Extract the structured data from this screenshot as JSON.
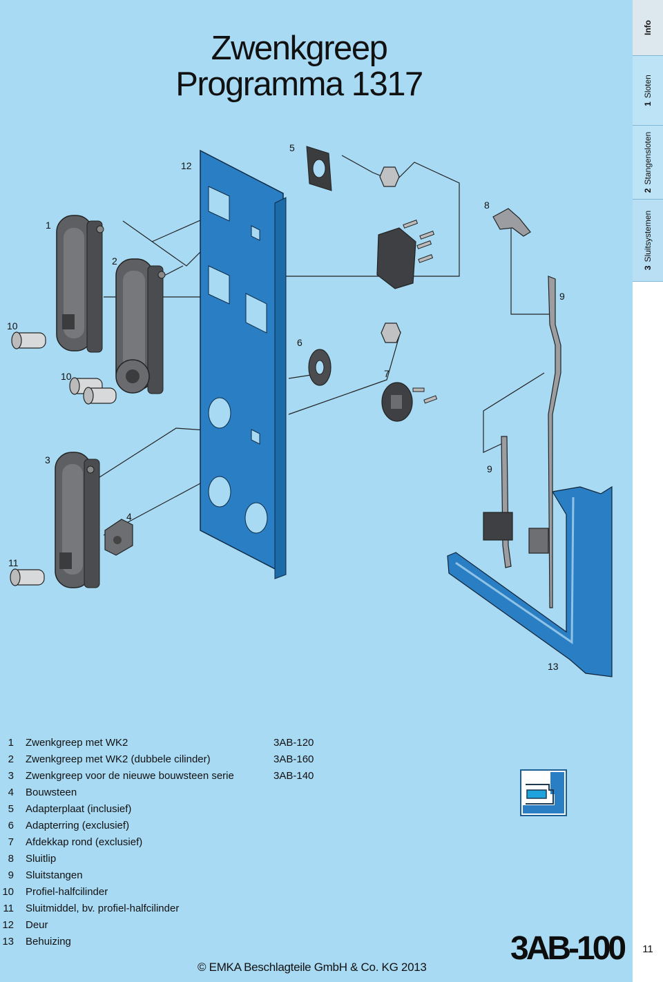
{
  "title": {
    "line1": "Zwenkgreep",
    "line2": "Programma 1317"
  },
  "side_tabs": [
    {
      "label": "Info"
    },
    {
      "num": "1",
      "label": "Sloten"
    },
    {
      "num": "2",
      "label": "Stangensloten"
    },
    {
      "num": "3",
      "label": "Sluitsystemen"
    }
  ],
  "callouts": [
    "1",
    "2",
    "3",
    "4",
    "5",
    "6",
    "7",
    "8",
    "9",
    "9",
    "10",
    "10",
    "11",
    "12",
    "13"
  ],
  "parts": [
    {
      "num": "1",
      "desc": "Zwenkgreep met WK2",
      "code": "3AB-120"
    },
    {
      "num": "2",
      "desc": "Zwenkgreep met WK2 (dubbele cilinder)",
      "code": "3AB-160"
    },
    {
      "num": "3",
      "desc": "Zwenkgreep voor de nieuwe bouwsteen serie",
      "code": "3AB-140"
    },
    {
      "num": "4",
      "desc": "Bouwsteen",
      "code": ""
    },
    {
      "num": "5",
      "desc": "Adapterplaat (inclusief)",
      "code": ""
    },
    {
      "num": "6",
      "desc": "Adapterring (exclusief)",
      "code": ""
    },
    {
      "num": "7",
      "desc": "Afdekkap rond (exclusief)",
      "code": ""
    },
    {
      "num": "8",
      "desc": "Sluitlip",
      "code": ""
    },
    {
      "num": "9",
      "desc": "Sluitstangen",
      "code": ""
    },
    {
      "num": "10",
      "desc": "Profiel-halfcilinder",
      "code": ""
    },
    {
      "num": "11",
      "desc": "Sluitmiddel, bv. profiel-halfcilinder",
      "code": ""
    },
    {
      "num": "12",
      "desc": "Deur",
      "code": ""
    },
    {
      "num": "13",
      "desc": "Behuizing",
      "code": ""
    }
  ],
  "footer": "© EMKA Beschlagteile GmbH & Co. KG 2013",
  "product_code": "3AB-100",
  "page_number": "11",
  "colors": {
    "background": "#a8daf3",
    "panel_blue": "#2a7fc4",
    "part_grey": "#5d5f62"
  }
}
